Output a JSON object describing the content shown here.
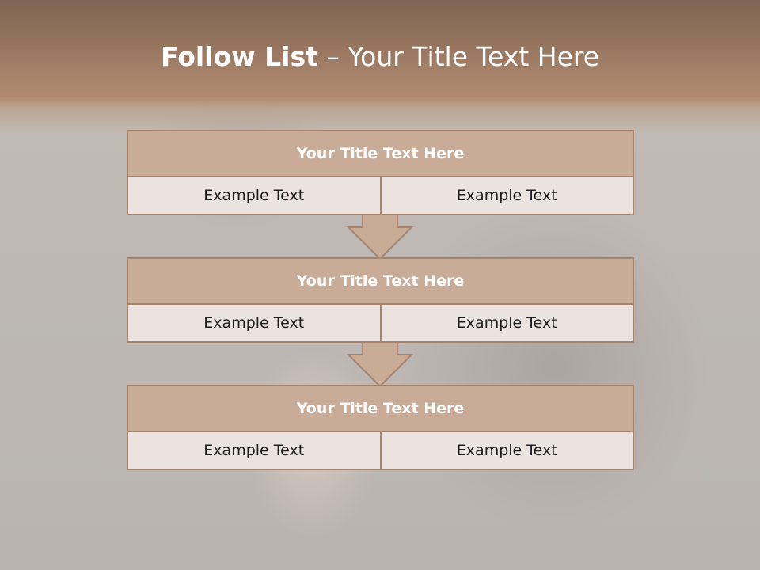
{
  "slide": {
    "title_bold": "Follow List",
    "title_rest": " – Your Title Text Here"
  },
  "steps": [
    {
      "title": "Your Title Text Here",
      "left": "Example Text",
      "right": "Example Text"
    },
    {
      "title": "Your Title Text Here",
      "left": "Example Text",
      "right": "Example Text"
    },
    {
      "title": "Your Title Text Here",
      "left": "Example Text",
      "right": "Example Text"
    }
  ],
  "colors": {
    "header": "#a6826a",
    "box_title": "#c8ac98",
    "box_border": "#a8836b",
    "cell_bg": "#ebe3df"
  }
}
